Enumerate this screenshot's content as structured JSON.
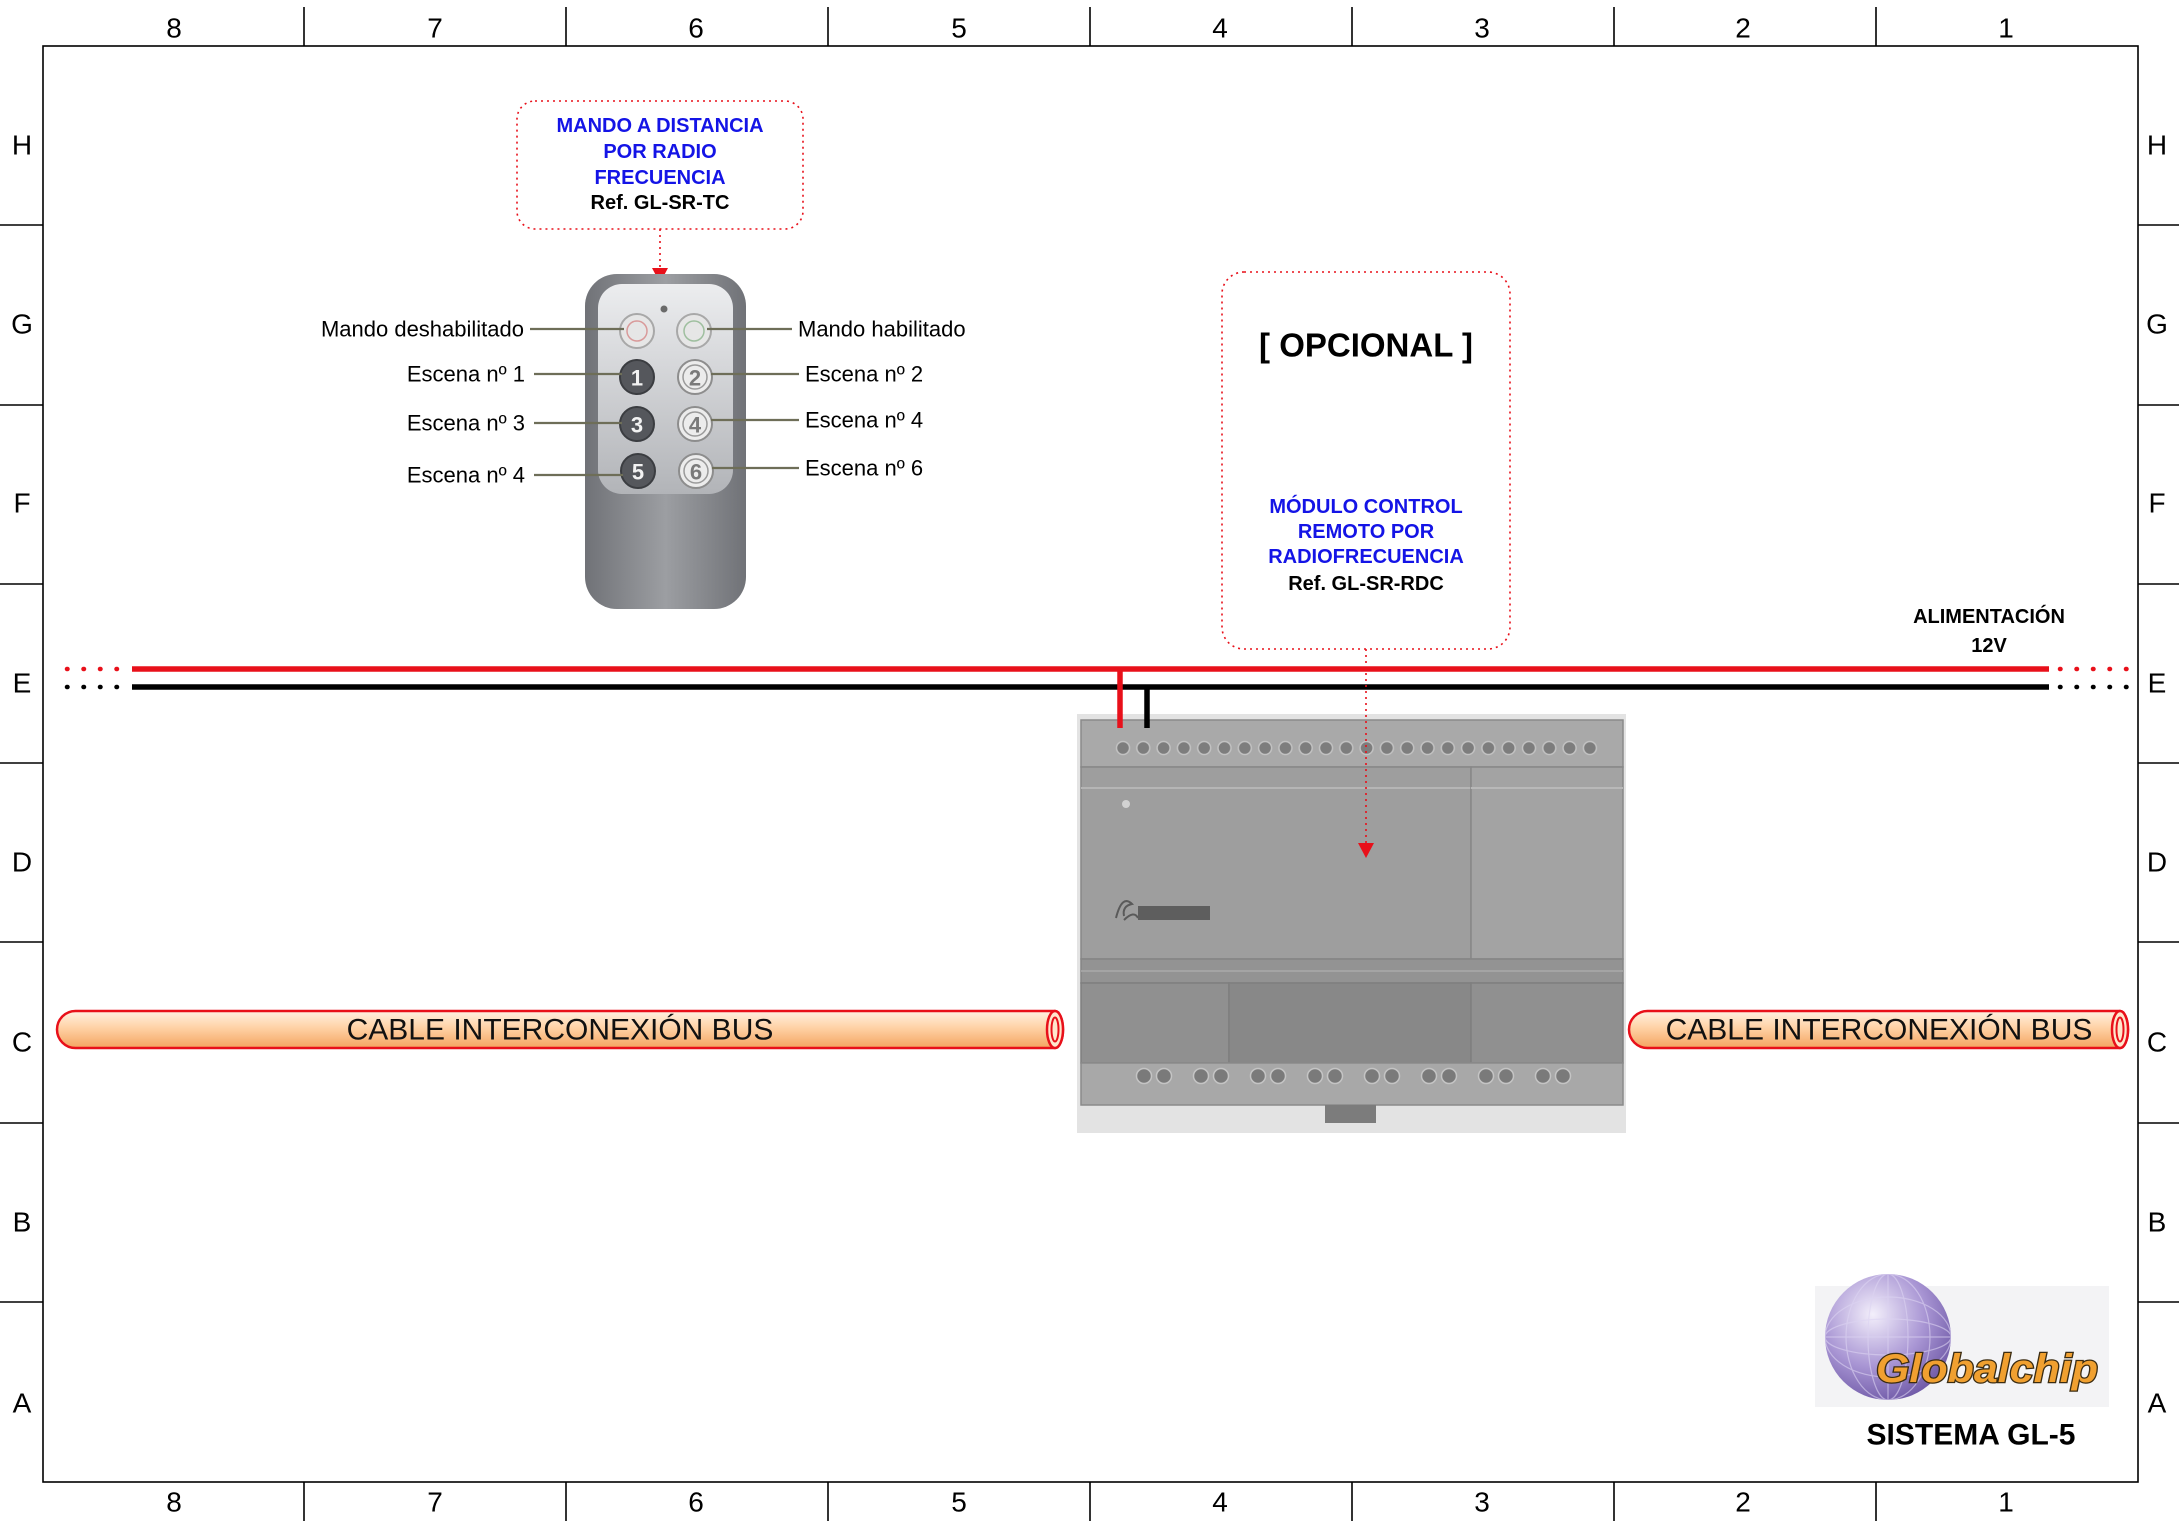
{
  "grid": {
    "columns": [
      "8",
      "7",
      "6",
      "5",
      "4",
      "3",
      "2",
      "1"
    ],
    "rows": [
      "H",
      "G",
      "F",
      "E",
      "D",
      "C",
      "B",
      "A"
    ]
  },
  "remote_callout": {
    "title_lines": [
      "MANDO A DISTANCIA",
      "POR RADIO",
      "FRECUENCIA"
    ],
    "ref": "Ref. GL-SR-TC"
  },
  "remote": {
    "labels_left": [
      "Mando deshabilitado",
      "Escena nº 1",
      "Escena nº 3",
      "Escena nº 4"
    ],
    "labels_right": [
      "Mando habilitado",
      "Escena nº 2",
      "Escena nº 4",
      "Escena nº 6"
    ],
    "buttons": [
      "1",
      "2",
      "3",
      "4",
      "5",
      "6"
    ]
  },
  "module_callout": {
    "optional": "[ OPCIONAL ]",
    "title_lines": [
      "MÓDULO CONTROL",
      "REMOTO POR",
      "RADIOFRECUENCIA"
    ],
    "ref": "Ref. GL-SR-RDC"
  },
  "power": {
    "label_lines": [
      "ALIMENTACIÓN",
      "12V"
    ]
  },
  "bus": {
    "left_label": "CABLE INTERCONEXIÓN BUS",
    "right_label": "CABLE INTERCONEXIÓN BUS"
  },
  "logo": {
    "brand": "Globalchip"
  },
  "system_title": "SISTEMA GL-5",
  "colors": {
    "power_positive": "#e8101a",
    "power_negative": "#000000",
    "callout_title": "#1414e6",
    "callout_border": "#e8101a",
    "bus_cable_outline": "#e8101a",
    "remote_label_leader": "#6e6e58",
    "logo_text": "#f0a030"
  }
}
